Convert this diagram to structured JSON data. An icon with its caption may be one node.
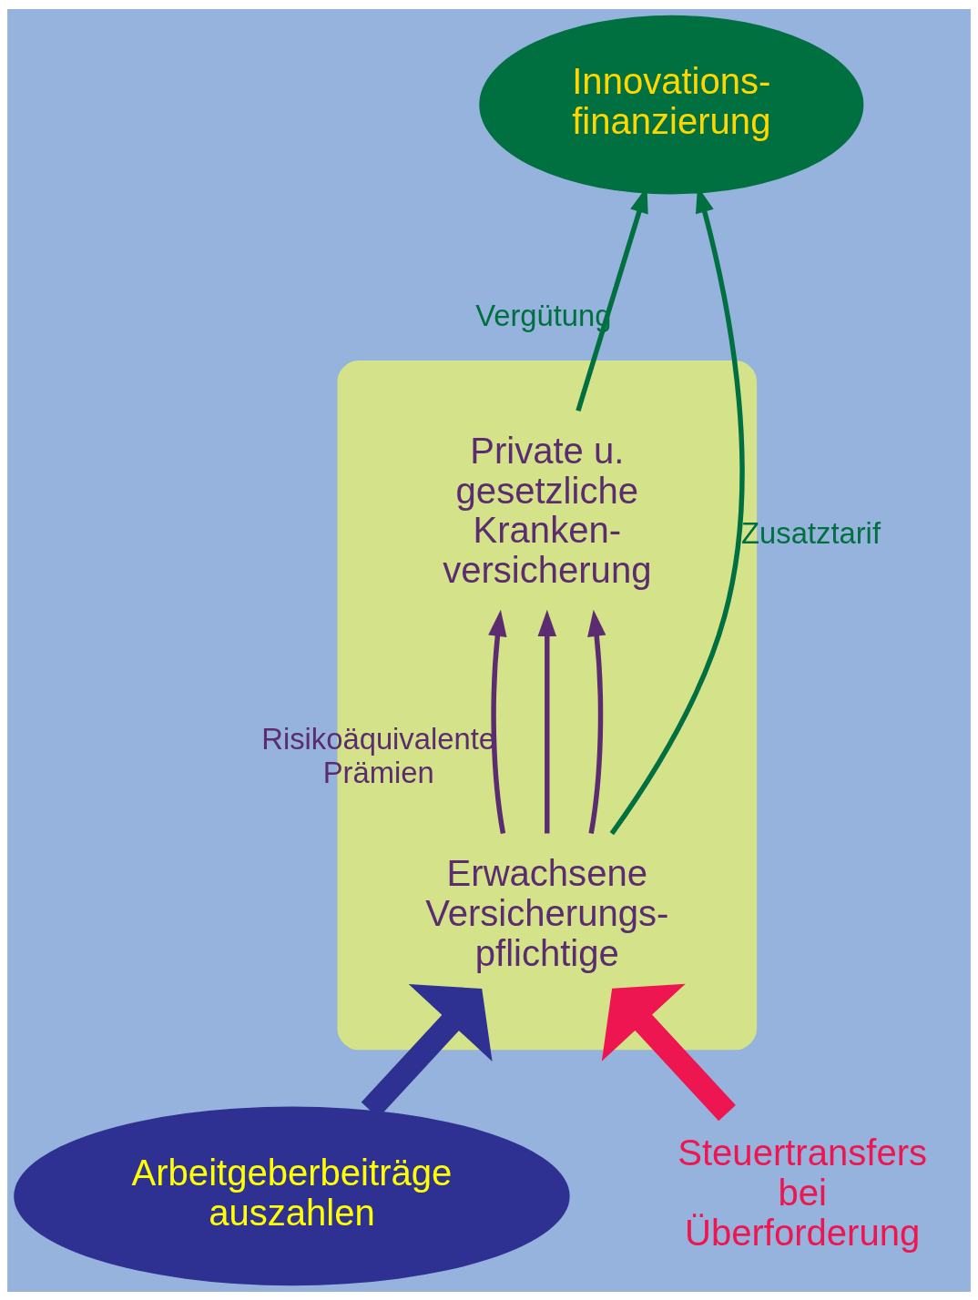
{
  "diagram": {
    "nodes": [
      {
        "text": [],
        "shape": "ellipse"
      },
      {
        "text": [
          "Erwachsene Versicherungs- pflichtige"
        ],
        "in": 0
      },
      {
        "text": [
          "Private u. gesetzliche Kranken- versicherung"
        ],
        "in": 0
      },
      {
        "text": [
          "Innovations- finanzierung"
        ]
      },
      {
        "text": [
          "Arbeitgeberbeiträge auszahlen"
        ]
      },
      {
        "text": [
          "Steuertransfers bei Überforderung"
        ]
      }
    ],
    "edges": [
      {
        "from": 1,
        "to": 2,
        "arrow": "to",
        "label": "Risikoäquivalente Prämien"
      },
      {
        "from": 1,
        "to": 2,
        "arrow": "to"
      },
      {
        "from": 1,
        "to": 2,
        "arrow": "to"
      },
      {
        "from": 1,
        "to": 3,
        "arrow": "to",
        "label": "Zusatztarif",
        "color": "#007040"
      },
      {
        "from": 2,
        "to": 3,
        "arrow": "to",
        "label": "Vergütung",
        "color": "#007040"
      },
      {
        "from": 4,
        "to": 1,
        "arrow": "to",
        "style": "thick",
        "color": "#2e3192"
      },
      {
        "from": 5,
        "to": 1,
        "arrow": "to",
        "style": "thick",
        "color": "#ee1651"
      }
    ]
  }
}
